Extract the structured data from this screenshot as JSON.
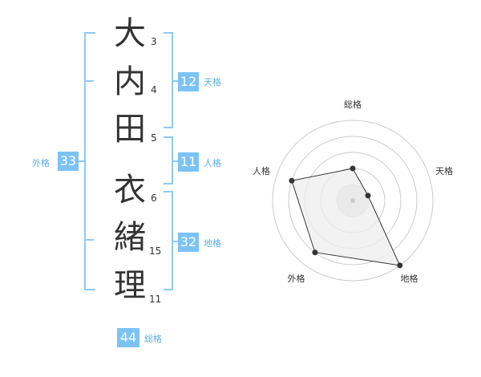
{
  "chars": [
    {
      "char": "大",
      "strokes": "3"
    },
    {
      "char": "内",
      "strokes": "4"
    },
    {
      "char": "田",
      "strokes": "5"
    },
    {
      "char": "衣",
      "strokes": "6"
    },
    {
      "char": "緒",
      "strokes": "15"
    },
    {
      "char": "理",
      "strokes": "11"
    }
  ],
  "kaku": {
    "tenkaku": {
      "value": "12",
      "label": "天格"
    },
    "jinkaku": {
      "value": "11",
      "label": "人格"
    },
    "chikaku": {
      "value": "32",
      "label": "地格"
    },
    "gaikaku": {
      "value": "33",
      "label": "外格"
    },
    "soukaku": {
      "value": "44",
      "label": "総格"
    }
  },
  "colors": {
    "accent_box": "#7cc3f5",
    "bracket": "#8fcaf0",
    "label": "#5aaee6",
    "text": "#333333",
    "radar_fill": "#eeeeee",
    "grid": "#cccccc"
  },
  "chart_data": {
    "type": "radar",
    "axes": [
      "総格",
      "天格",
      "地格",
      "外格",
      "人格"
    ],
    "values": [
      2,
      1,
      5,
      4,
      4
    ],
    "max": 5,
    "grid_rings": 5
  }
}
